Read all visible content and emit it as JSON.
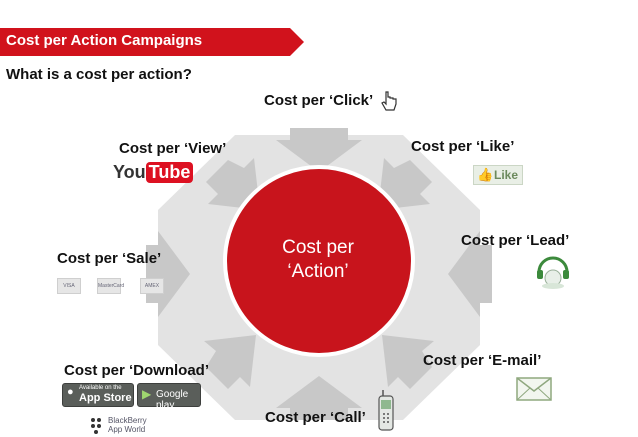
{
  "header": {
    "title": "Cost per Action Campaigns"
  },
  "subtitle": "What is a cost per action?",
  "center": {
    "line1": "Cost per",
    "line2": "‘Action’"
  },
  "labels": {
    "click": "Cost per ‘Click’",
    "like": "Cost per ‘Like’",
    "lead": "Cost per ‘Lead’",
    "email": "Cost per ‘E-mail’",
    "call": "Cost per ‘Call’",
    "download": "Cost per ‘Download’",
    "sale": "Cost per ‘Sale’",
    "view": "Cost per ‘View’"
  },
  "logos": {
    "youtube_you": "You",
    "youtube_tube": "Tube",
    "like": "Like",
    "visa": "VISA",
    "mastercard": "MasterCard",
    "amex": "AMEX",
    "appstore_small": "Available on the",
    "appstore": "App Store",
    "googleplay": "Google play",
    "blackberry_line1": "BlackBerry",
    "blackberry_line2": "App World"
  },
  "colors": {
    "accent": "#d1121c",
    "circle": "#c8141c",
    "arrows": "#c8c8c8"
  },
  "icons": [
    "hand-pointer-icon",
    "thumbs-up-icon",
    "headset-icon",
    "envelope-icon",
    "mobile-phone-icon",
    "app-store-icon",
    "google-play-icon",
    "blackberry-icon",
    "credit-card-icon",
    "youtube-icon"
  ]
}
